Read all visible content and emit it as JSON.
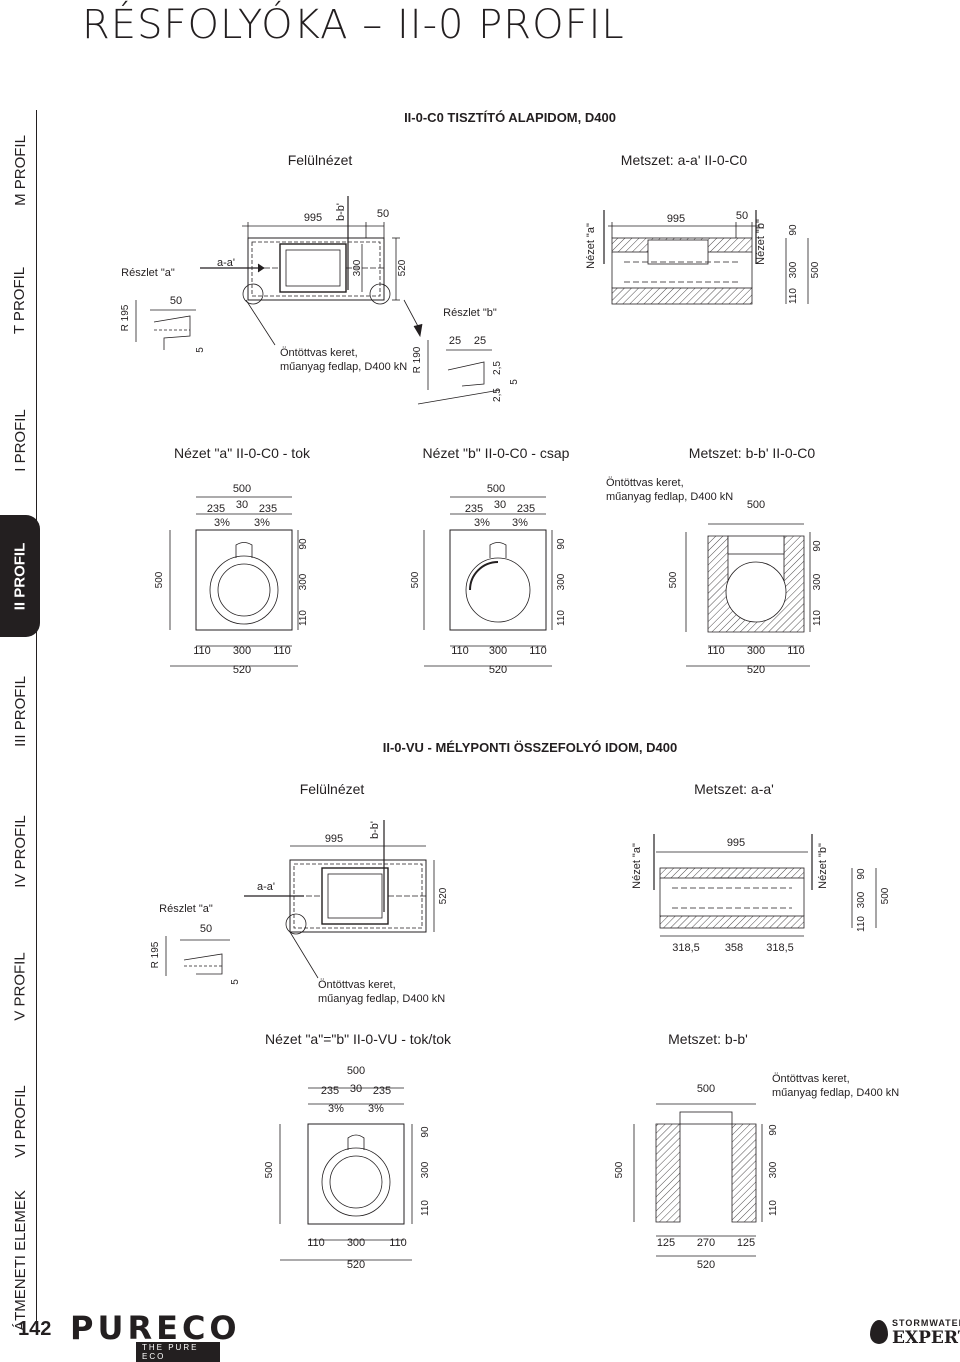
{
  "page": {
    "title": "RÉSFOLYÓKA – II-0 PROFIL",
    "page_number": "142",
    "logo": {
      "main": "PURECO",
      "sub": "THE PURE ECO"
    },
    "brand": {
      "top": "STORMWATER",
      "bottom": "EXPERT"
    }
  },
  "sidebar": {
    "items": [
      {
        "label": "M PROFIL",
        "active": false
      },
      {
        "label": "T PROFIL",
        "active": false
      },
      {
        "label": "I PROFIL",
        "active": false
      },
      {
        "label": "II PROFIL",
        "active": true
      },
      {
        "label": "III PROFIL",
        "active": false
      },
      {
        "label": "IV PROFIL",
        "active": false
      },
      {
        "label": "V PROFIL",
        "active": false
      },
      {
        "label": "VI PROFIL",
        "active": false
      },
      {
        "label": "ÁTMENETI ELEMEK",
        "active": false
      }
    ]
  },
  "section1": {
    "heading": "II-0-C0 TISZTÍTÓ ALAPIDOM, D400",
    "top": {
      "title": "Felülnézet",
      "dims": {
        "d995": "995",
        "d50": "50",
        "d300": "300",
        "d520": "520"
      },
      "cut_aa": "a-a'",
      "cut_bb": "b-b'",
      "note1": "Öntöttvas keret,",
      "note2": "műanyag fedlap, D400 kN"
    },
    "detail_a": {
      "title": "Részlet \"a\"",
      "r": "R 195",
      "d50": "50",
      "d5": "5"
    },
    "detail_b": {
      "title": "Részlet \"b\"",
      "r": "R 190",
      "d25a": "25",
      "d25b": "25",
      "d25c": "2,5",
      "d25d": "2,5",
      "d5": "5"
    },
    "section_aa": {
      "title": "Metszet: a-a' II-0-C0",
      "view_a": "Nézet \"a\"",
      "view_b": "Nézet \"b\"",
      "dims": {
        "d995": "995",
        "d50": "50",
        "d90": "90",
        "d300": "300",
        "d110": "110",
        "d500": "500"
      }
    },
    "view_a": {
      "title": "Nézet \"a\" II-0-C0 - tok",
      "dims": {
        "top": "500",
        "l": "235",
        "m": "30",
        "r": "235",
        "s1": "3%",
        "s2": "3%",
        "h": "500",
        "v90": "90",
        "v300": "300",
        "v110": "110",
        "b1": "110",
        "b2": "300",
        "b3": "110",
        "bt": "520"
      }
    },
    "view_b": {
      "title": "Nézet \"b\" II-0-C0 - csap",
      "dims": {
        "top": "500",
        "l": "235",
        "m": "30",
        "r": "235",
        "s1": "3%",
        "s2": "3%",
        "h": "500",
        "v90": "90",
        "v300": "300",
        "v110": "110",
        "b1": "110",
        "b2": "300",
        "b3": "110",
        "bt": "520"
      }
    },
    "section_bb": {
      "title": "Metszet: b-b' II-0-C0",
      "note1": "Öntöttvas keret,",
      "note2": "műanyag fedlap, D400 kN",
      "dims": {
        "top": "500",
        "h": "500",
        "v90": "90",
        "v300": "300",
        "v110": "110",
        "b1": "110",
        "b2": "300",
        "b3": "110",
        "bt": "520"
      }
    }
  },
  "section2": {
    "heading": "II-0-VU - MÉLYPONTI ÖSSZEFOLYÓ IDOM, D400",
    "top": {
      "title": "Felülnézet",
      "dims": {
        "d995": "995",
        "d520": "520"
      },
      "cut_aa": "a-a'",
      "cut_bb": "b-b'",
      "note1": "Öntöttvas keret,",
      "note2": "műanyag fedlap, D400 kN"
    },
    "detail_a": {
      "title": "Részlet \"a\"",
      "r": "R 195",
      "d50": "50",
      "d5": "5"
    },
    "section_aa": {
      "title": "Metszet: a-a'",
      "view_a": "Nézet \"a\"",
      "view_b": "Nézet \"b\"",
      "dims": {
        "d995": "995",
        "d90": "90",
        "d300": "300",
        "d110": "110",
        "d500": "500",
        "b1": "318,5",
        "b2": "358",
        "b3": "318,5"
      }
    },
    "view_ab": {
      "title": "Nézet \"a\"=\"b\" II-0-VU - tok/tok",
      "dims": {
        "top": "500",
        "l": "235",
        "m": "30",
        "r": "235",
        "s1": "3%",
        "s2": "3%",
        "h": "500",
        "v90": "90",
        "v300": "300",
        "v110": "110",
        "b1": "110",
        "b2": "300",
        "b3": "110",
        "bt": "520"
      }
    },
    "section_bb": {
      "title": "Metszet: b-b'",
      "note1": "Öntöttvas keret,",
      "note2": "műanyag fedlap, D400 kN",
      "dims": {
        "top": "500",
        "h": "500",
        "v90": "90",
        "v300": "300",
        "v110": "110",
        "b1": "125",
        "b2": "270",
        "b3": "125",
        "bt": "520"
      }
    }
  }
}
